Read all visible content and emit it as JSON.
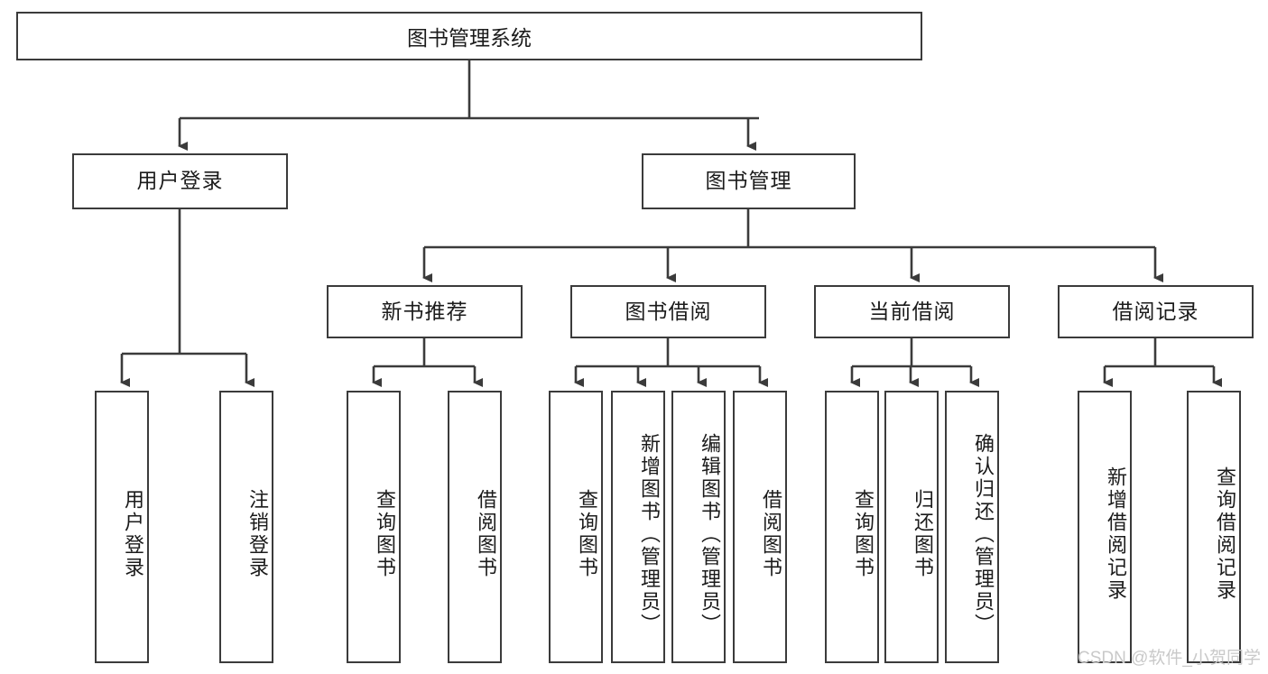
{
  "diagram": {
    "title": "图书管理系统",
    "type": "tree",
    "root": {
      "label": "图书管理系统"
    },
    "level2": [
      {
        "label": "用户登录"
      },
      {
        "label": "图书管理"
      }
    ],
    "level3": [
      {
        "label": "新书推荐"
      },
      {
        "label": "图书借阅"
      },
      {
        "label": "当前借阅"
      },
      {
        "label": "借阅记录"
      }
    ],
    "leaves": {
      "user_login": [
        {
          "label": "用户登录"
        },
        {
          "label": "注销登录"
        }
      ],
      "new_book_recommend": [
        {
          "label": "查询图书"
        },
        {
          "label": "借阅图书"
        }
      ],
      "book_borrow": [
        {
          "label": "查询图书"
        },
        {
          "label": "新增图书（管理员）"
        },
        {
          "label": "编辑图书（管理员）"
        },
        {
          "label": "借阅图书"
        }
      ],
      "current_borrow": [
        {
          "label": "查询图书"
        },
        {
          "label": "归还图书"
        },
        {
          "label": "确认归还（管理员）"
        }
      ],
      "borrow_record": [
        {
          "label": "新增借阅记录"
        },
        {
          "label": "查询借阅记录"
        }
      ]
    }
  },
  "watermark": {
    "text": "CSDN @软件_小贺同学"
  },
  "colors": {
    "stroke": "#3b3b3b",
    "background": "#ffffff",
    "text": "#1b1b1b",
    "watermark": "#c9c9c9"
  }
}
